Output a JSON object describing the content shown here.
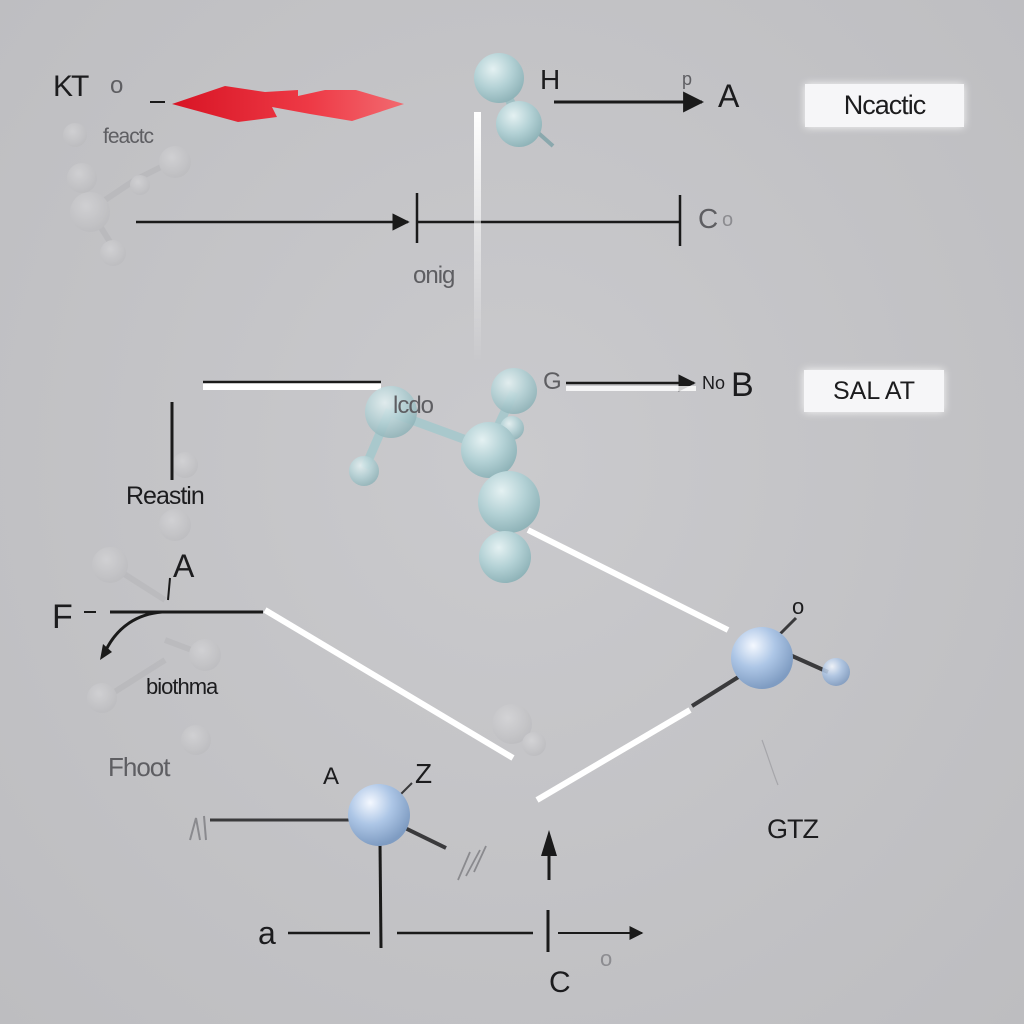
{
  "labels": {
    "kt": "KT",
    "kt_o": "o",
    "feactc": "feactc",
    "h": "H",
    "small_p": "p",
    "a_top": "A",
    "ctop": "C",
    "c_suffix": "o",
    "onig": "onig",
    "g_mid": "G",
    "nob": "No",
    "b": "B",
    "lcdo": "lcdo",
    "reastin": "Reastin",
    "a_mid": "A",
    "f": "F",
    "biothma": "biothma",
    "o_right": "o",
    "fhoot": "Fhoot",
    "a_low": "A",
    "z": "Z",
    "gtz": "GTZ",
    "a_small": "a",
    "c_bottom": "C",
    "o_bottom": "o"
  },
  "boxes": {
    "ncactic": "Ncactic",
    "salat": "SAL AT"
  },
  "colors": {
    "arrow_red": "#e01c2c",
    "molecule_teal": "#b4d2d6",
    "sphere_blue": "#aec8e8",
    "background": "#c3c3c6"
  }
}
